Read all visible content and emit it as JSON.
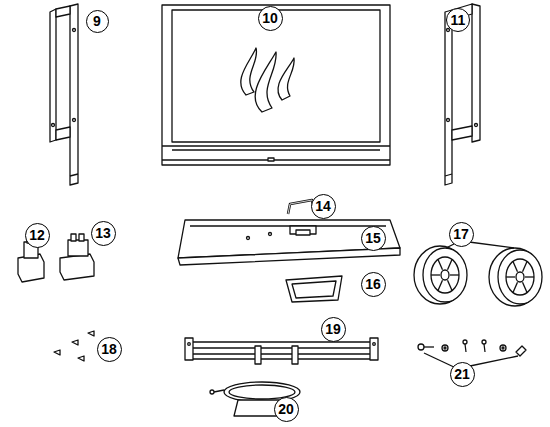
{
  "diagram": {
    "nodes": [
      {
        "text": [
          "9"
        ]
      },
      {
        "text": [
          "10"
        ]
      },
      {
        "text": [
          "11"
        ]
      },
      {
        "text": [
          "12"
        ]
      },
      {
        "text": [
          "13"
        ]
      },
      {
        "text": [
          "14"
        ]
      },
      {
        "text": [
          "15"
        ]
      },
      {
        "text": [
          "16"
        ]
      },
      {
        "text": [
          "17"
        ]
      },
      {
        "text": [
          "18"
        ]
      },
      {
        "text": [
          "19"
        ]
      },
      {
        "text": [
          "20"
        ]
      },
      {
        "text": [
          "21"
        ]
      }
    ]
  }
}
